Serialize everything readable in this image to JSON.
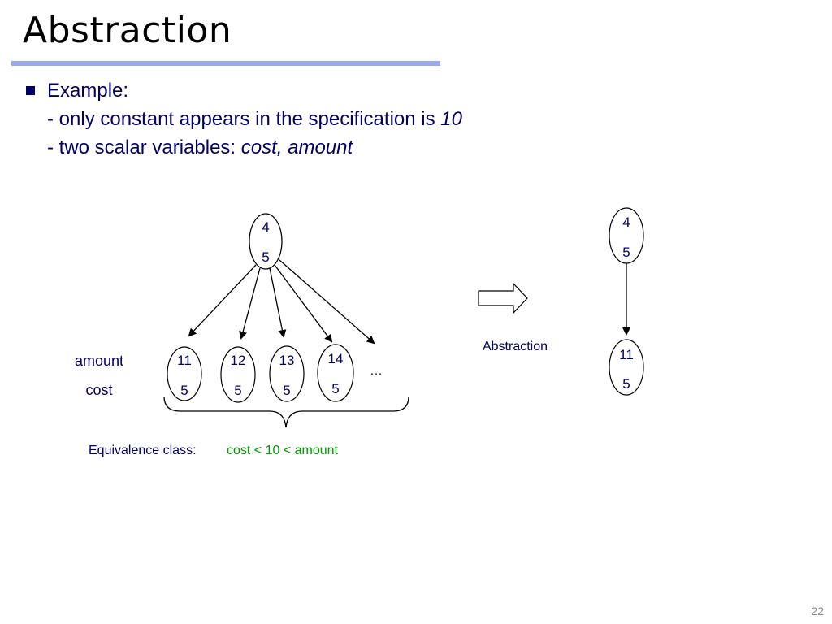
{
  "slide": {
    "title": "Abstraction",
    "page_number": "22"
  },
  "bullet": {
    "heading": "Example:",
    "line1_prefix": "- only constant appears in the specification is ",
    "line1_value": "10",
    "line2_prefix": "- two scalar variables: ",
    "line2_value": "cost, amount"
  },
  "diagram": {
    "root": {
      "top": "4",
      "bottom": "5"
    },
    "children": [
      {
        "top": "11",
        "bottom": "5"
      },
      {
        "top": "12",
        "bottom": "5"
      },
      {
        "top": "13",
        "bottom": "5"
      },
      {
        "top": "14",
        "bottom": "5"
      }
    ],
    "ellipsis": "…",
    "row_labels": {
      "amount": "amount",
      "cost": "cost"
    },
    "equivalence_label": "Equivalence class:",
    "equivalence_value": "cost < 10 < amount",
    "arrow_label": "Abstraction",
    "abstract_top": {
      "top": "4",
      "bottom": "5"
    },
    "abstract_bottom": {
      "top": "11",
      "bottom": "5"
    }
  },
  "colors": {
    "text_blue": "#000066",
    "title_rule": "#99a8f0",
    "equivalence_green": "#009900"
  }
}
